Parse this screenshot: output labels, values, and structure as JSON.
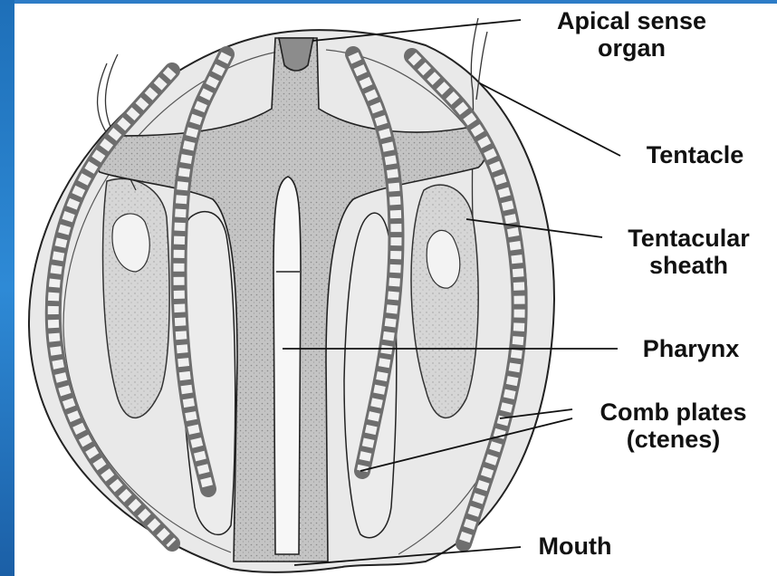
{
  "labels": {
    "apical_sense_organ_line1": "Apical sense",
    "apical_sense_organ_line2": "organ",
    "tentacle": "Tentacle",
    "tentacular_sheath_line1": "Tentacular",
    "tentacular_sheath_line2": "sheath",
    "pharynx": "Pharynx",
    "comb_plates_line1": "Comb plates",
    "comb_plates_line2": "(ctenes)",
    "mouth": "Mouth"
  },
  "colors": {
    "frame_accent": "#2d7cc7",
    "body_fill": "#e8e8e8",
    "canal_fill": "#b9b9b9",
    "ink": "#111111"
  }
}
